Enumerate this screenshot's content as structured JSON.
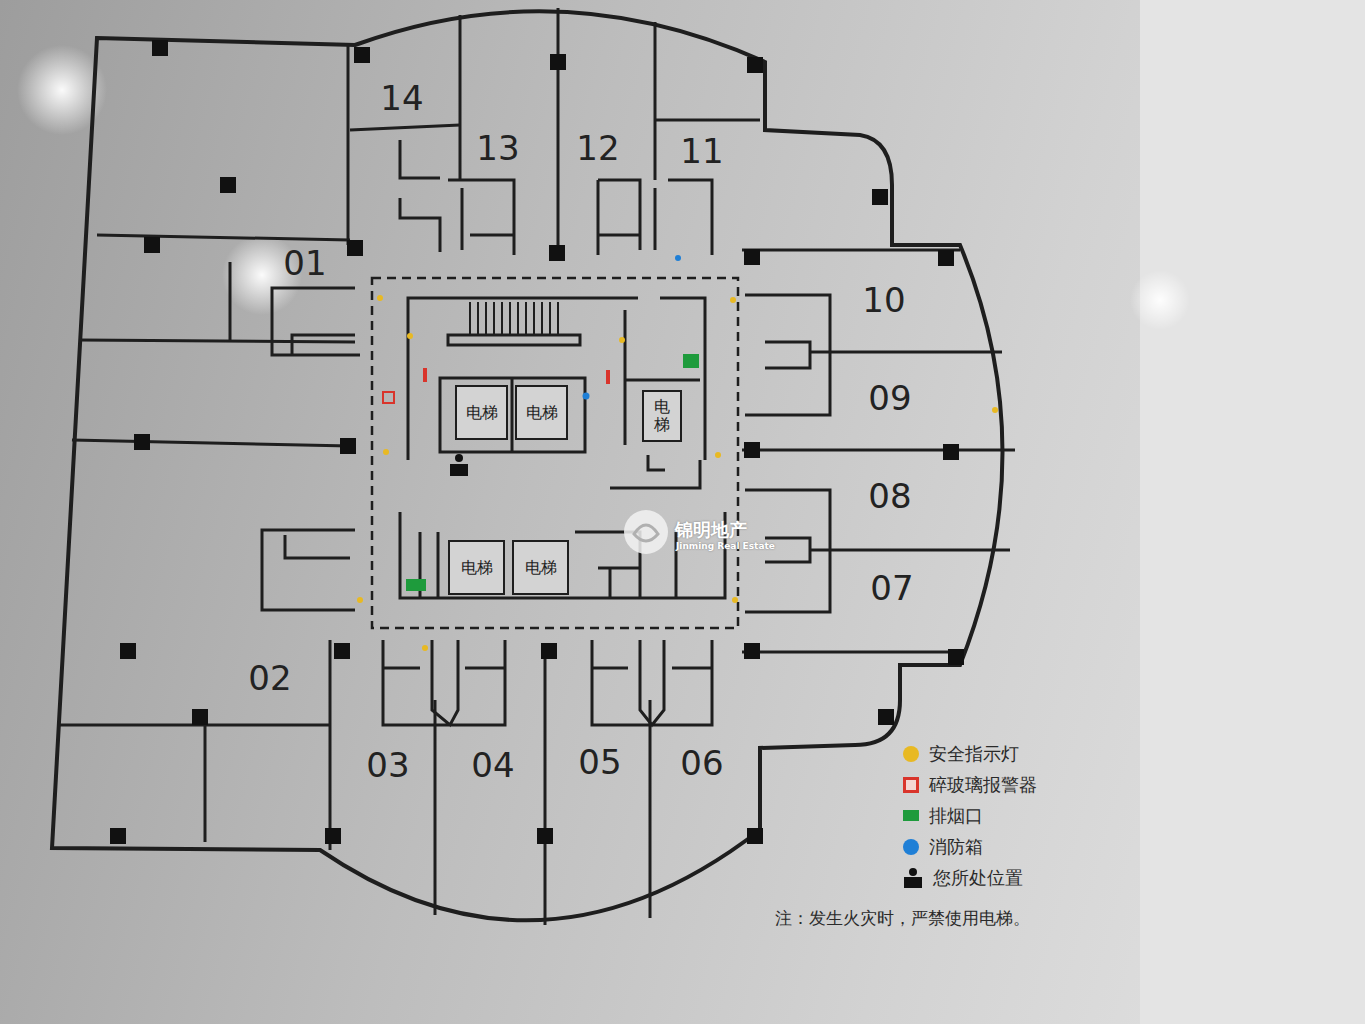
{
  "diagram": {
    "nodes": [
      {
        "text": [
          "电梯"
        ]
      },
      {
        "text": [
          "电梯"
        ]
      },
      {
        "text": [
          "电梯"
        ]
      },
      {
        "text": [
          "电梯"
        ]
      },
      {
        "text": [
          "电梯"
        ]
      }
    ],
    "labels": [
      "14",
      "13",
      "12",
      "11",
      "01",
      "10",
      "09",
      "08",
      "07",
      "02",
      "03",
      "04",
      "05",
      "06",
      "注：发生火灾时，严禁使用电梯。",
      "锦明地产",
      "Jinming Real Estate"
    ],
    "legend": [
      {
        "text": "安全指示灯",
        "color": "#e8b923"
      },
      {
        "text": "碎玻璃报警器",
        "color": "#d9342b"
      },
      {
        "text": "排烟口",
        "color": "#1e9b3c"
      },
      {
        "text": "消防箱",
        "color": "#1f7fd6"
      },
      {
        "text": "您所处位置"
      }
    ]
  }
}
